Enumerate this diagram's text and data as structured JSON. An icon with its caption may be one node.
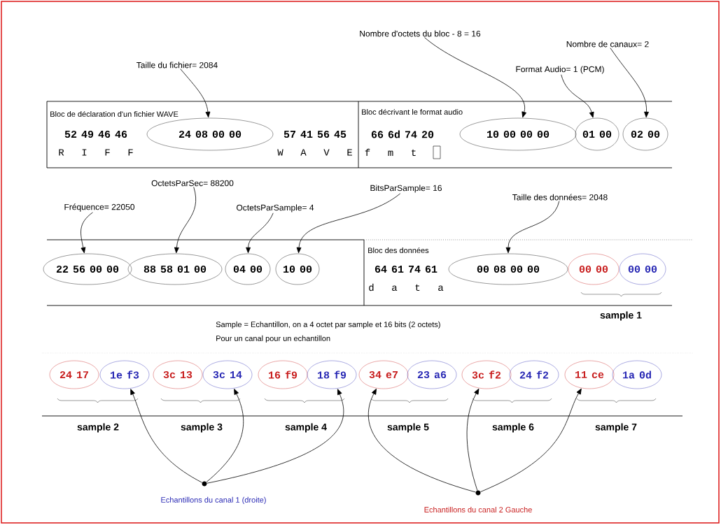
{
  "diagram": {
    "nodes": [
      {
        "text": [
          "Nombre d'octets du bloc - 8 = 16"
        ]
      },
      {
        "text": [
          "Nombre de canaux= 2"
        ]
      },
      {
        "text": [
          "Taille du fichier= 2084"
        ]
      },
      {
        "text": [
          "Format Audio= 1 (PCM)"
        ]
      },
      {
        "text": [
          "Bloc de déclaration d'un fichier WAVE",
          "52 49 46 46",
          "57 41 56 45",
          "R I F F",
          "W A V E"
        ]
      },
      {
        "text": [
          "24 08 00 00"
        ],
        "in": 4
      },
      {
        "text": [
          "Bloc décrivant le format audio",
          "66 6d 74 20",
          "f m t"
        ]
      },
      {
        "text": [
          "10 00 00 00"
        ],
        "in": 6
      },
      {
        "text": [
          "01 00"
        ],
        "in": 6
      },
      {
        "text": [
          "02 00"
        ],
        "in": 6
      },
      {
        "text": [
          "OctetsParSec= 88200"
        ]
      },
      {
        "text": [
          "BitsParSample= 16"
        ]
      },
      {
        "text": [
          "Taille des données= 2048"
        ]
      },
      {
        "text": [
          "Fréquence= 22050"
        ]
      },
      {
        "text": [
          "OctetsParSample= 4"
        ]
      },
      {
        "text": [],
        "shape": "box"
      },
      {
        "text": [
          "22 56 00 00"
        ],
        "in": 15
      },
      {
        "text": [
          "88 58 01 00"
        ],
        "in": 15
      },
      {
        "text": [
          "04 00"
        ],
        "in": 15
      },
      {
        "text": [
          "10 00"
        ],
        "in": 15
      },
      {
        "text": [
          "Bloc des données",
          "64 61 74 61",
          "d a t a"
        ]
      },
      {
        "text": [
          "00 08 00 00"
        ],
        "in": 20
      },
      {
        "text": [
          "00 00"
        ],
        "in": 20
      },
      {
        "text": [
          "00 00"
        ],
        "in": 20
      },
      {
        "text": [
          "24 17"
        ]
      },
      {
        "text": [
          "1e f3"
        ]
      },
      {
        "text": [
          "3c 13"
        ]
      },
      {
        "text": [
          "3c 14"
        ]
      },
      {
        "text": [
          "16 f9"
        ]
      },
      {
        "text": [
          "18 f9"
        ]
      },
      {
        "text": [
          "34 e7"
        ]
      },
      {
        "text": [
          "23 a6"
        ]
      },
      {
        "text": [
          "3c f2"
        ]
      },
      {
        "text": [
          "24 f2"
        ]
      },
      {
        "text": [
          "11 ce"
        ]
      },
      {
        "text": [
          "1a 0d"
        ]
      },
      {
        "text": [],
        "shape": "circle",
        "beside": [
          "Echantillons du canal 1 (droite)"
        ]
      },
      {
        "text": [],
        "shape": "circle",
        "beside": [
          "Echantillons du canal 2 Gauche"
        ]
      }
    ],
    "edges": [
      {
        "from": 2,
        "to": 5,
        "arrow": "to"
      },
      {
        "from": 0,
        "to": 7,
        "arrow": "to"
      },
      {
        "from": 3,
        "to": 8,
        "arrow": "to"
      },
      {
        "from": 1,
        "to": 9,
        "arrow": "to"
      },
      {
        "from": 13,
        "to": 16,
        "arrow": "to"
      },
      {
        "from": 10,
        "to": 17,
        "arrow": "to"
      },
      {
        "from": 14,
        "to": 18,
        "arrow": "to"
      },
      {
        "from": 11,
        "to": 19,
        "arrow": "to"
      },
      {
        "from": 12,
        "to": 21,
        "arrow": "to"
      },
      {
        "from": 36,
        "to": 25,
        "arrow": "to"
      },
      {
        "from": 36,
        "to": 27,
        "arrow": "to"
      },
      {
        "from": 36,
        "to": 29,
        "arrow": "to"
      },
      {
        "from": 37,
        "to": 30,
        "arrow": "to"
      },
      {
        "from": 37,
        "to": 32,
        "arrow": "to"
      },
      {
        "from": 37,
        "to": 34,
        "arrow": "to"
      }
    ],
    "labels": [
      "sample 1",
      "Sample = Echantillon, on a 4 octet par sample et 16 bits (2 octets)",
      "Pour un canal pour un echantillon",
      "sample 2",
      "sample 3",
      "sample 4",
      "sample 5",
      "sample 6",
      "sample 7"
    ]
  }
}
